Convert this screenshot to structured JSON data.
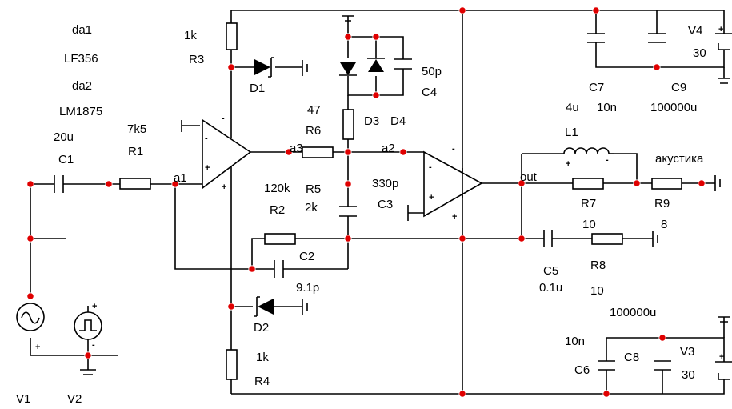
{
  "colors": {
    "wire": "#000000",
    "junction": "#e00000",
    "background": "#ffffff"
  },
  "labels": {
    "da1": "da1",
    "da1_type": "LF356",
    "da2": "da2",
    "da2_type": "LM1875",
    "c1_value": "20u",
    "c1_name": "C1",
    "r1_value": "7k5",
    "r1_name": "R1",
    "node_a1": "a1",
    "r3_value": "1k",
    "r3_name": "R3",
    "d1_name": "D1",
    "r6_value": "47",
    "r6_name": "R6",
    "node_a3": "a3",
    "d3_name": "D3",
    "d4_name": "D4",
    "c4_value": "50p",
    "c4_name": "C4",
    "node_a2": "a2",
    "r2_value": "120k",
    "r2_name": "R2",
    "r5_name": "R5",
    "r5_value": "2k",
    "c3_value": "330p",
    "c3_name": "C3",
    "c2_name": "C2",
    "c2_value": "9.1p",
    "d2_name": "D2",
    "r4_value": "1k",
    "r4_name": "R4",
    "v1_name": "V1",
    "v2_name": "V2",
    "c7_name": "C7",
    "c9_name": "C9",
    "v4_name": "V4",
    "v4_value": "30",
    "l1_value": "4u",
    "c7_value": "10n",
    "c9_value": "100000u",
    "l1_name": "L1",
    "speaker_label": "акустика",
    "node_out": "out",
    "r7_name": "R7",
    "r7_value": "10",
    "r9_name": "R9",
    "r9_value": "8",
    "c5_name": "C5",
    "c5_value": "0.1u",
    "r8_name": "R8",
    "r8_value": "10",
    "c8_value": "100000u",
    "c6_value": "10n",
    "c8_name": "C8",
    "v3_name": "V3",
    "c6_name": "C6",
    "v3_value": "30",
    "plus": "+",
    "minus": "-"
  }
}
